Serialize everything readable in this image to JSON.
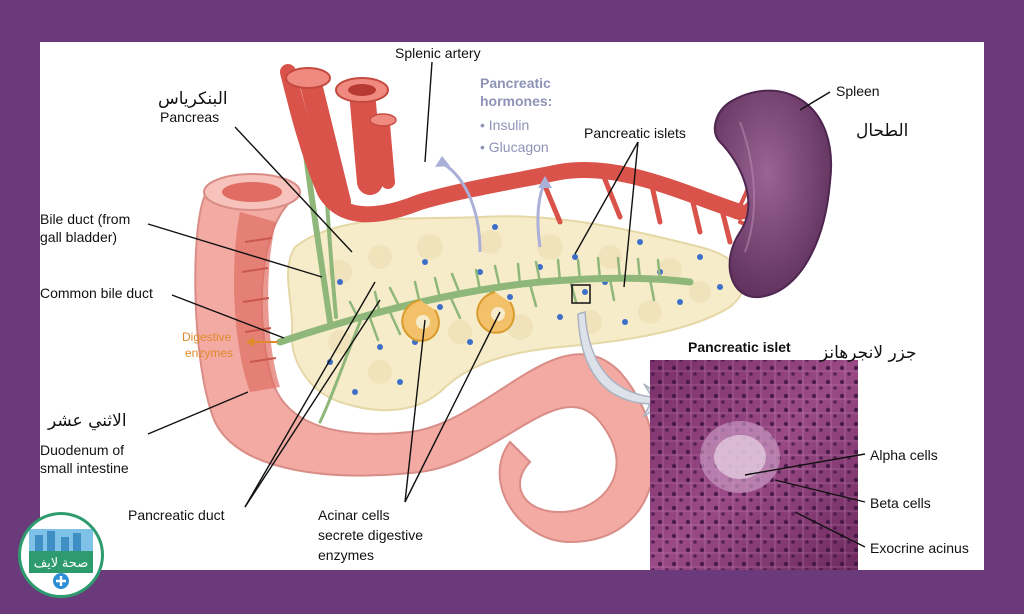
{
  "labels": {
    "pancreas_ar": "البنكرياس",
    "pancreas": "Pancreas",
    "splenic_artery": "Splenic artery",
    "hormones_title_1": "Pancreatic",
    "hormones_title_2": "hormones:",
    "hormone_insulin": "• Insulin",
    "hormone_glucagon": "• Glucagon",
    "pancreatic_islets": "Pancreatic islets",
    "spleen": "Spleen",
    "spleen_ar": "الطحال",
    "bile_duct_1": "Bile duct (from",
    "bile_duct_2": "gall bladder)",
    "common_bile_duct": "Common bile duct",
    "digestive_1": "Digestive",
    "digestive_2": "enzymes",
    "duodenum_ar": "الاثني عشر",
    "duodenum_1": "Duodenum of",
    "duodenum_2": "small intestine",
    "pancreatic_duct": "Pancreatic duct",
    "acinar_1": "Acinar cells",
    "acinar_2": "secrete digestive",
    "acinar_3": "enzymes",
    "pancreatic_islet": "Pancreatic islet",
    "islet_ar": "جزر لانجرهانز",
    "alpha_cells": "Alpha cells",
    "beta_cells": "Beta cells",
    "exocrine_acinus": "Exocrine acinus"
  },
  "colors": {
    "frame": "#6b3a7a",
    "artery": "#d9534a",
    "pancreas_tissue": "#f6eccb",
    "duct": "#8fb77a",
    "spleen": "#7d4a78",
    "duodenum": "#f0a7a0",
    "islet_dot": "#3d6fc9",
    "histology": "#8c3f7a"
  },
  "logo": {
    "text": "صحة لايف"
  }
}
